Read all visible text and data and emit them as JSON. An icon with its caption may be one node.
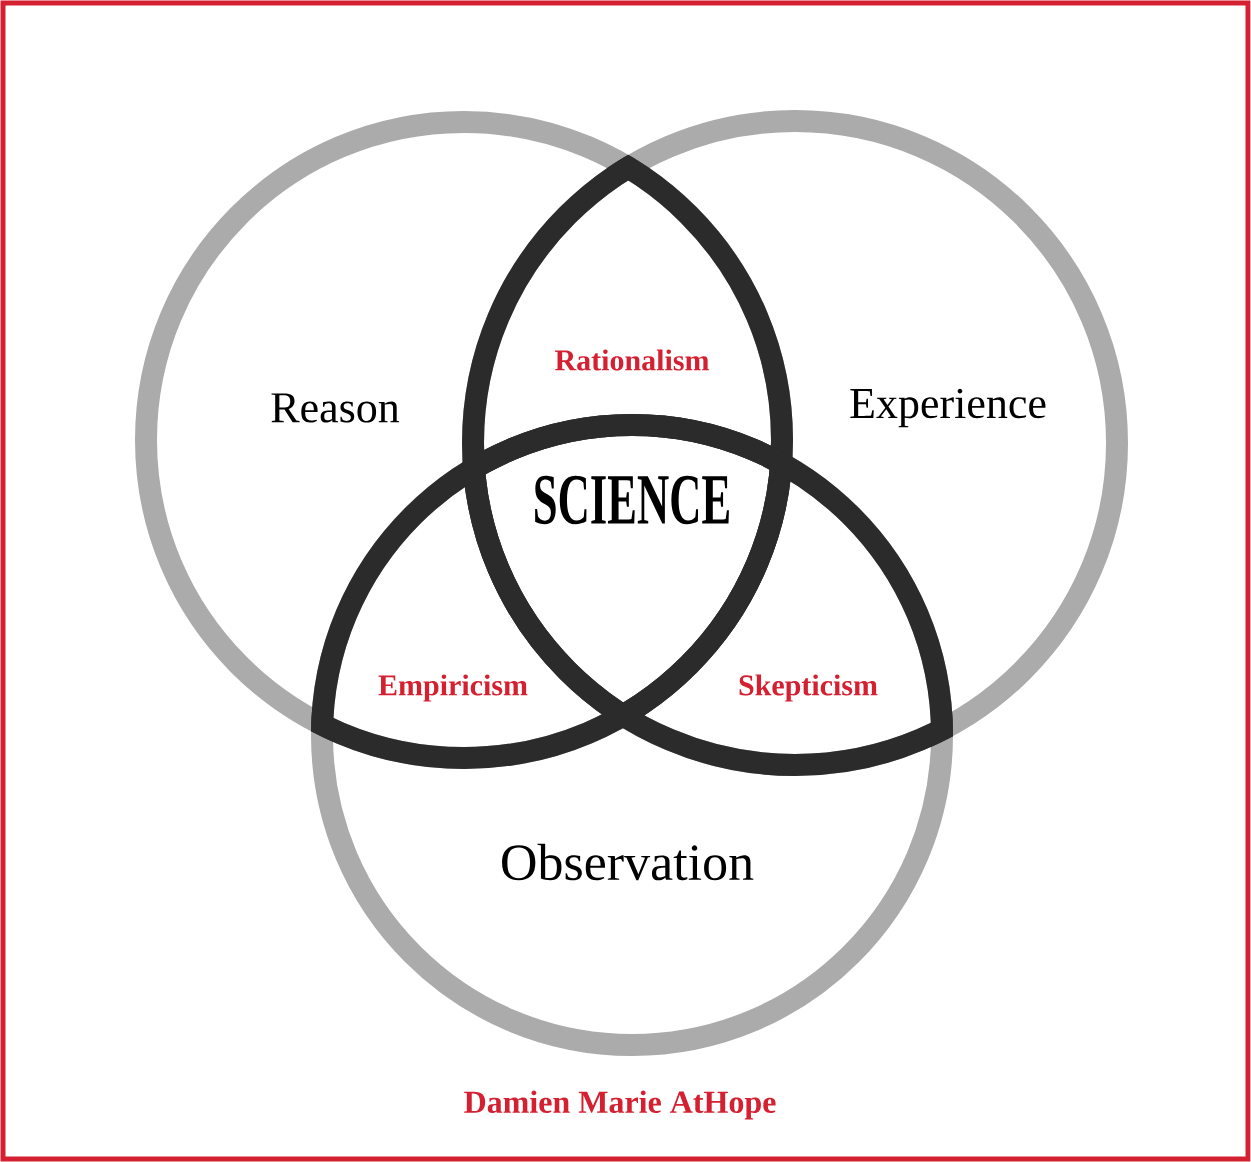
{
  "diagram": {
    "nodes": [
      {
        "text": [
          "Reason"
        ]
      },
      {
        "text": [
          "Experience"
        ]
      },
      {
        "text": [
          "Observation"
        ]
      }
    ],
    "labels": [
      "Rationalism",
      "SCIENCE",
      "Empiricism",
      "Skepticism",
      "Damien Marie AtHope"
    ]
  }
}
